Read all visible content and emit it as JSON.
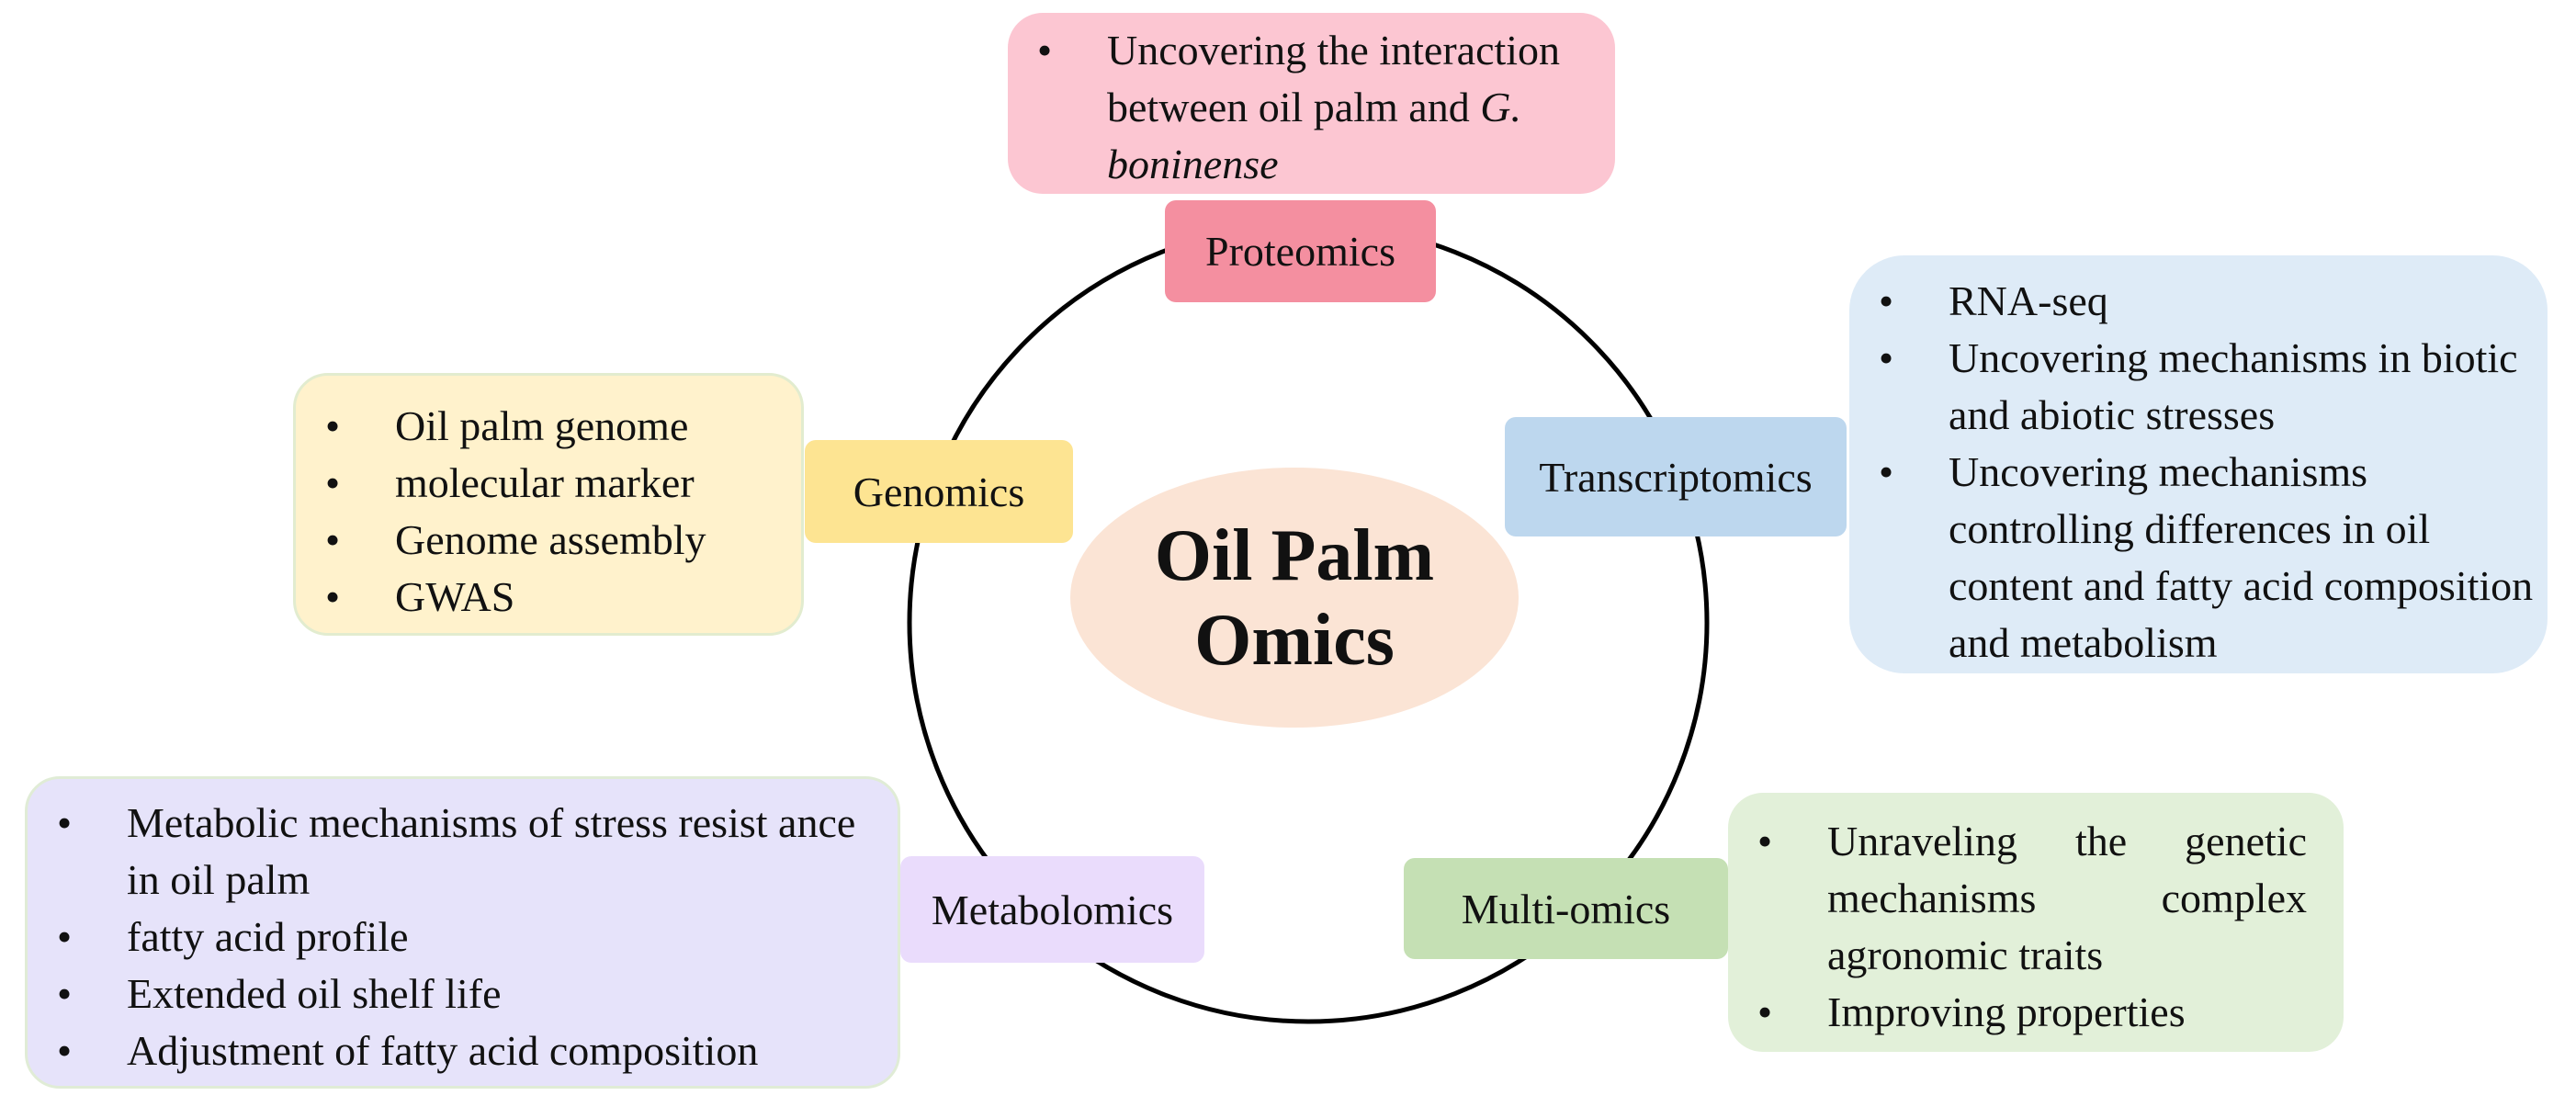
{
  "diagram": {
    "center": {
      "line1": "Oil Palm",
      "line2": "Omics"
    },
    "proteomics": {
      "label": "Proteomics",
      "point_prefix": "Uncovering the interaction between oil palm and ",
      "point_italic": "G. boninense"
    },
    "transcriptomics": {
      "label": "Transcriptomics",
      "points": [
        "RNA-seq",
        "Uncovering mechanisms in biotic and abiotic stresses",
        "Uncovering mechanisms controlling differences in oil content and fatty acid composition and metabolism"
      ]
    },
    "genomics": {
      "label": "Genomics",
      "points": [
        "Oil palm genome",
        "molecular marker",
        "Genome assembly",
        "GWAS"
      ]
    },
    "metabolomics": {
      "label": "Metabolomics",
      "points": [
        "Metabolic mechanisms of stress resist ance in oil palm",
        "fatty acid profile",
        "Extended oil shelf life",
        "Adjustment of fatty acid composition"
      ]
    },
    "multiomics": {
      "label": "Multi-omics",
      "points": [
        "Unraveling the genetic mechanisms complex agronomic traits",
        "Improving properties"
      ]
    },
    "colors": {
      "proteomics_label": "#f48fa0",
      "proteomics_box": "#fcc6d2",
      "transcriptomics_label": "#bdd7ee",
      "transcriptomics_box": "#deebf7",
      "genomics_label": "#fde492",
      "genomics_box": "#fff2cc",
      "metabolomics_label": "#eadcfc",
      "metabolomics_box": "#e6e3fa",
      "multiomics_label": "#c5e0b4",
      "multiomics_box": "#e2f0d9",
      "center": "#fbe4d5",
      "ring": "#000000"
    }
  }
}
